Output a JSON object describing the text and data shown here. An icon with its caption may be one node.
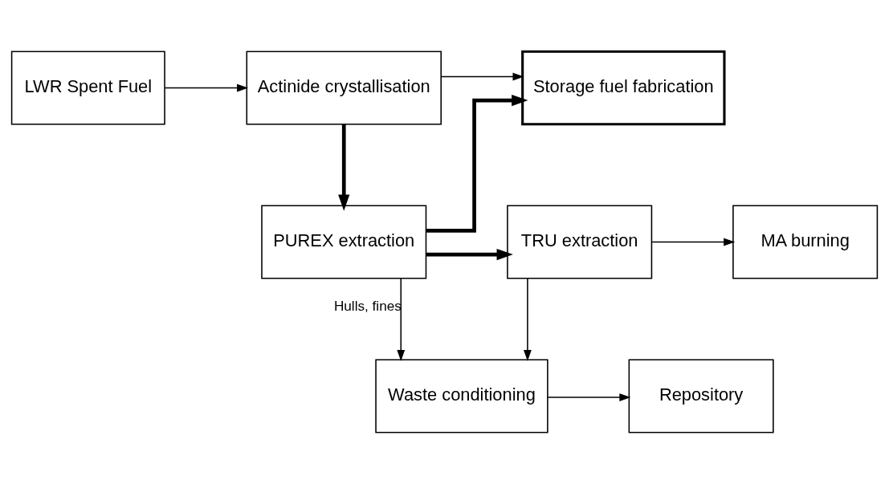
{
  "diagram": {
    "nodes": [
      {
        "text": [
          "LWR Spent Fuel"
        ]
      },
      {
        "text": [
          "Actinide crystallisation"
        ]
      },
      {
        "text": [
          "Storage fuel fabrication"
        ]
      },
      {
        "text": [
          "PUREX extraction"
        ]
      },
      {
        "text": [
          "TRU extraction"
        ]
      },
      {
        "text": [
          "MA burning"
        ]
      },
      {
        "text": [
          "Waste conditioning"
        ]
      },
      {
        "text": [
          "Repository"
        ]
      }
    ],
    "edges": [
      {
        "from": 0,
        "to": 1,
        "arrow": "to"
      },
      {
        "from": 1,
        "to": 2,
        "arrow": "to"
      },
      {
        "from": 1,
        "to": 3,
        "arrow": "to",
        "style": "thick"
      },
      {
        "from": 3,
        "to": 2,
        "arrow": "to",
        "style": "thick"
      },
      {
        "from": 3,
        "to": 4,
        "arrow": "to",
        "style": "thick"
      },
      {
        "from": 4,
        "to": 5,
        "arrow": "to"
      },
      {
        "from": 4,
        "to": 6,
        "arrow": "to"
      },
      {
        "from": 3,
        "to": 6,
        "arrow": "to",
        "label": "Hulls, fines"
      },
      {
        "from": 6,
        "to": 7,
        "arrow": "to"
      }
    ]
  }
}
